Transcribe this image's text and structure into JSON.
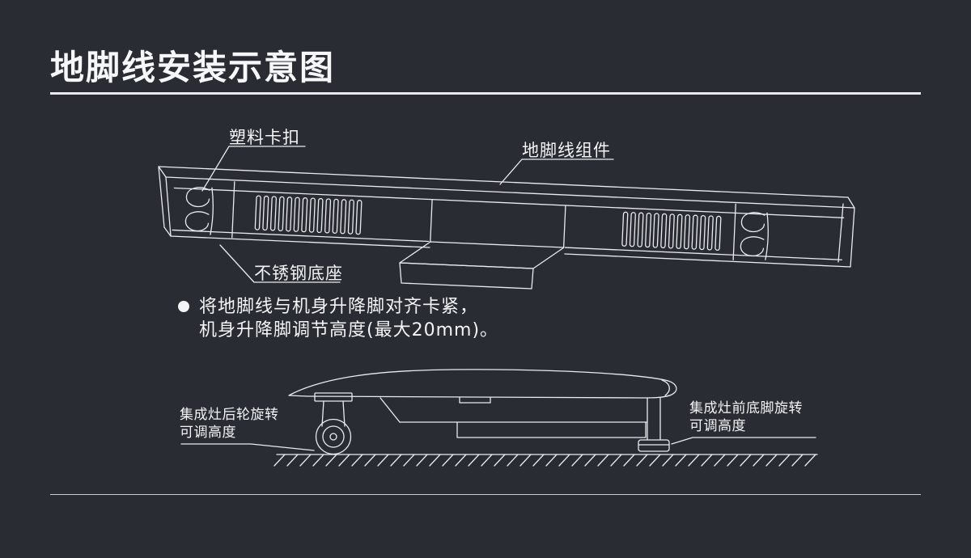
{
  "page": {
    "title": "地脚线安装示意图"
  },
  "top_diagram": {
    "plastic_clip_label": "塑料卡扣",
    "assembly_label": "地脚线组件",
    "base_label": "不锈钢底座"
  },
  "instruction": {
    "line1": "将地脚线与机身升降脚对齐卡紧，",
    "line2": "机身升降脚调节高度(最大20mm)。"
  },
  "bottom_diagram": {
    "rear_label_line1": "集成灶后轮旋转",
    "rear_label_line2": "可调高度",
    "front_label_line1": "集成灶前底脚旋转",
    "front_label_line2": "可调高度"
  },
  "colors": {
    "background": "#292d33",
    "line": "#e9ebee",
    "text": "#f2f4f6"
  }
}
